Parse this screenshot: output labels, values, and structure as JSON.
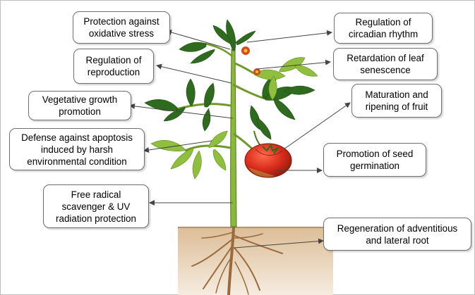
{
  "labels": {
    "oxidative": [
      "Protection against",
      "oxidative stress"
    ],
    "reproduction": [
      "Regulation of",
      "reproduction"
    ],
    "vegetative": [
      "Vegetative growth",
      "promotion"
    ],
    "apoptosis": [
      "Defense against apoptosis",
      "induced by harsh",
      "environmental condition"
    ],
    "radical": [
      "Free radical",
      "scavenger & UV",
      "radiation protection"
    ],
    "circadian": [
      "Regulation of",
      "circadian rhythm"
    ],
    "senescence": [
      "Retardation of leaf",
      "senescence"
    ],
    "fruit": [
      "Maturation and",
      "ripening of fruit"
    ],
    "seed": [
      "Promotion of seed",
      "germination"
    ],
    "root": [
      "Regeneration of adventitious",
      "and lateral root"
    ]
  },
  "colors": {
    "leaf": "#2f6b1e",
    "leaf_light": "#8fbf3c",
    "stem": "#8ab83a",
    "fruit": "#d62a1a",
    "soil": "#c9a27a",
    "root": "#9a6a3c",
    "arrow": "#444444"
  }
}
